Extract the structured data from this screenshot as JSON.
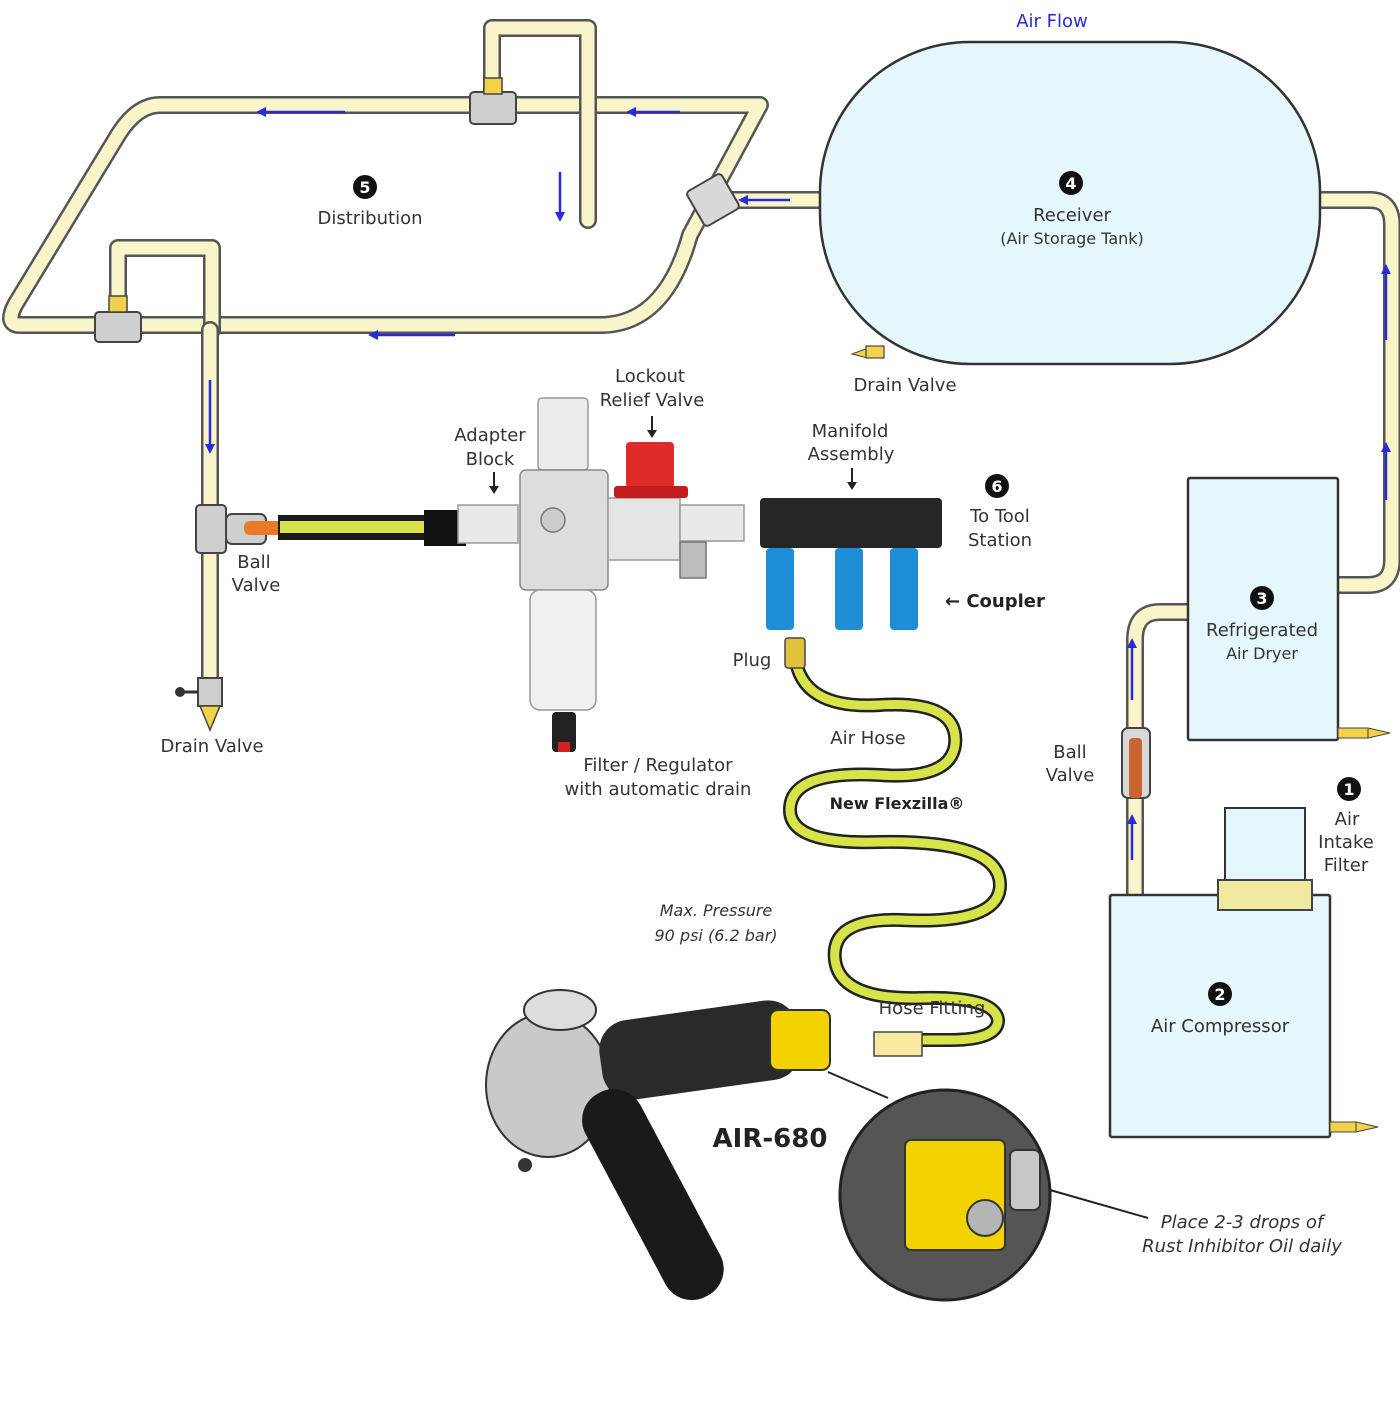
{
  "labels": {
    "air_flow": "Air Flow",
    "distribution": "Distribution",
    "receiver": "Receiver",
    "receiver_sub": "(Air Storage Tank)",
    "drain_valve_tank": "Drain Valve",
    "lockout_1": "Lockout",
    "lockout_2": "Relief Valve",
    "adapter_1": "Adapter",
    "adapter_2": "Block",
    "manifold_1": "Manifold",
    "manifold_2": "Assembly",
    "to_tool_1": "To Tool",
    "to_tool_2": "Station",
    "ball_valve_left_1": "Ball",
    "ball_valve_left_2": "Valve",
    "coupler": "← Coupler",
    "dryer_1": "Refrigerated",
    "dryer_2": "Air Dryer",
    "plug": "Plug",
    "drain_valve_left": "Drain Valve",
    "air_hose": "Air Hose",
    "ball_valve_right_1": "Ball",
    "ball_valve_right_2": "Valve",
    "filter_1": "Filter / Regulator",
    "filter_2": "with automatic drain",
    "flexzilla": "New Flexzilla®",
    "intake_1": "Air",
    "intake_2": "Intake",
    "intake_3": "Filter",
    "max_pressure_1": "Max. Pressure",
    "max_pressure_2": "90 psi (6.2 bar)",
    "hose_fitting": "Hose Fitting",
    "compressor": "Air Compressor",
    "model": "AIR-680",
    "oil_1": "Place 2-3 drops of",
    "oil_2": "Rust Inhibitor Oil daily"
  },
  "numbers": {
    "n1": "1",
    "n2": "2",
    "n3": "3",
    "n4": "4",
    "n5": "5",
    "n6": "6"
  },
  "colors": {
    "pipe_fill": "#f7f5c9",
    "flow_arrow": "#2a2ad6",
    "tank_fill": "#e6f7fb",
    "hose_yellow": "#d6e44a",
    "coupler_blue": "#1e8fd6",
    "relief_red": "#e02b2b"
  }
}
